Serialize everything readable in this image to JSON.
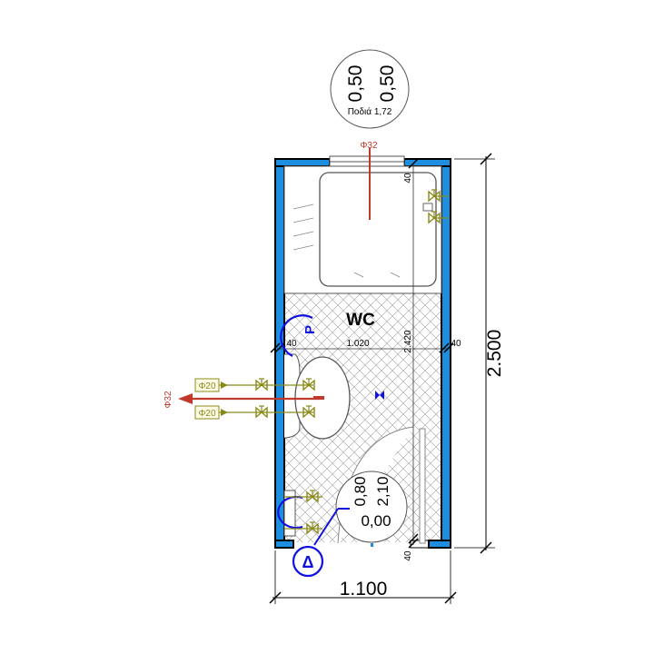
{
  "colors": {
    "wall_fill": "#1e8fe0",
    "wall_stroke": "#000000",
    "hatch": "#9a9a9a",
    "fixture": "#666666",
    "water_valve": "#8a8a1a",
    "drain": "#c0392b",
    "symbol_blue": "#1010e0"
  },
  "room": {
    "name": "WC"
  },
  "window_tag": {
    "width": "0,50",
    "height": "0,50",
    "sill": "Ποδιά 1,72"
  },
  "door_tag": {
    "width": "0,80",
    "height": "2,10",
    "level": "0,00"
  },
  "dimensions": {
    "overall_width": "1.100",
    "overall_length": "2.500",
    "inner_width": "1.020",
    "inner_length": "2.420",
    "wall_left": "40",
    "wall_right": "40",
    "wall_top": "40",
    "wall_bottom": "40"
  },
  "pipes": {
    "drain_top": "Φ32",
    "drain_side": "Φ32",
    "water_upper": "Φ20",
    "water_lower": "Φ20"
  },
  "symbols": {
    "floor_drain": "P",
    "section_marker": "Δ"
  },
  "icons": [
    "valve-icon",
    "drain-arrow-icon",
    "floor-drain-icon",
    "section-marker-icon",
    "window-tag-icon",
    "door-tag-icon"
  ]
}
